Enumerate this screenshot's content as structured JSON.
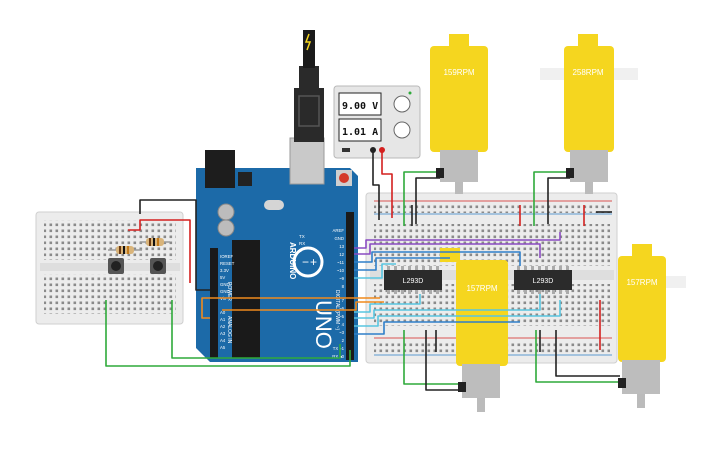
{
  "power_supply": {
    "voltage": "9.00 V",
    "current": "1.01 A"
  },
  "motors": {
    "m1": {
      "label": "159RPM"
    },
    "m2": {
      "label": "258RPM"
    },
    "m3": {
      "label": "157RPM"
    },
    "m4": {
      "label": "157RPM"
    }
  },
  "chips": {
    "chip1": "L293D",
    "chip2": "L293D"
  },
  "arduino": {
    "brand": "ARDUINO",
    "model": "UNO",
    "power_header_label": "POWER",
    "analog_header_label": "ANALOG IN",
    "digital_header_label": "DIGITAL (PWM ~)",
    "aref_label": "AREF",
    "gnd_label": "GND",
    "ioref_label": "IOREF",
    "reset_label": "RESET",
    "v33_label": "3.3V",
    "v5_label": "5V",
    "gnd_label2": "GND",
    "gnd_label3": "GND",
    "vin_label": "Vin",
    "a0": "A0",
    "a1": "A1",
    "a2": "A2",
    "a3": "A3",
    "a4": "A4",
    "a5": "A5",
    "d13": "13",
    "d12": "12",
    "d11": "~11",
    "d10": "~10",
    "d9": "~9",
    "d8": "8",
    "d7": "7",
    "d6": "~6",
    "d5": "~5",
    "d4": "4",
    "d3": "~3",
    "d2": "2",
    "d1": "TX ▸1",
    "d0": "RX ◂0",
    "tx_label": "TX",
    "rx_label": "RX",
    "l_label": "L"
  },
  "colors": {
    "motor_yellow": "#f5d61f",
    "wire_red": "#d4201f",
    "wire_black": "#222222",
    "wire_green": "#2eaa3a",
    "wire_purple": "#8a4bc2",
    "wire_blue": "#2e7fc9",
    "wire_cyan": "#58c5e0",
    "wire_orange": "#f08a1c",
    "arduino_blue": "#1c6aa8"
  }
}
